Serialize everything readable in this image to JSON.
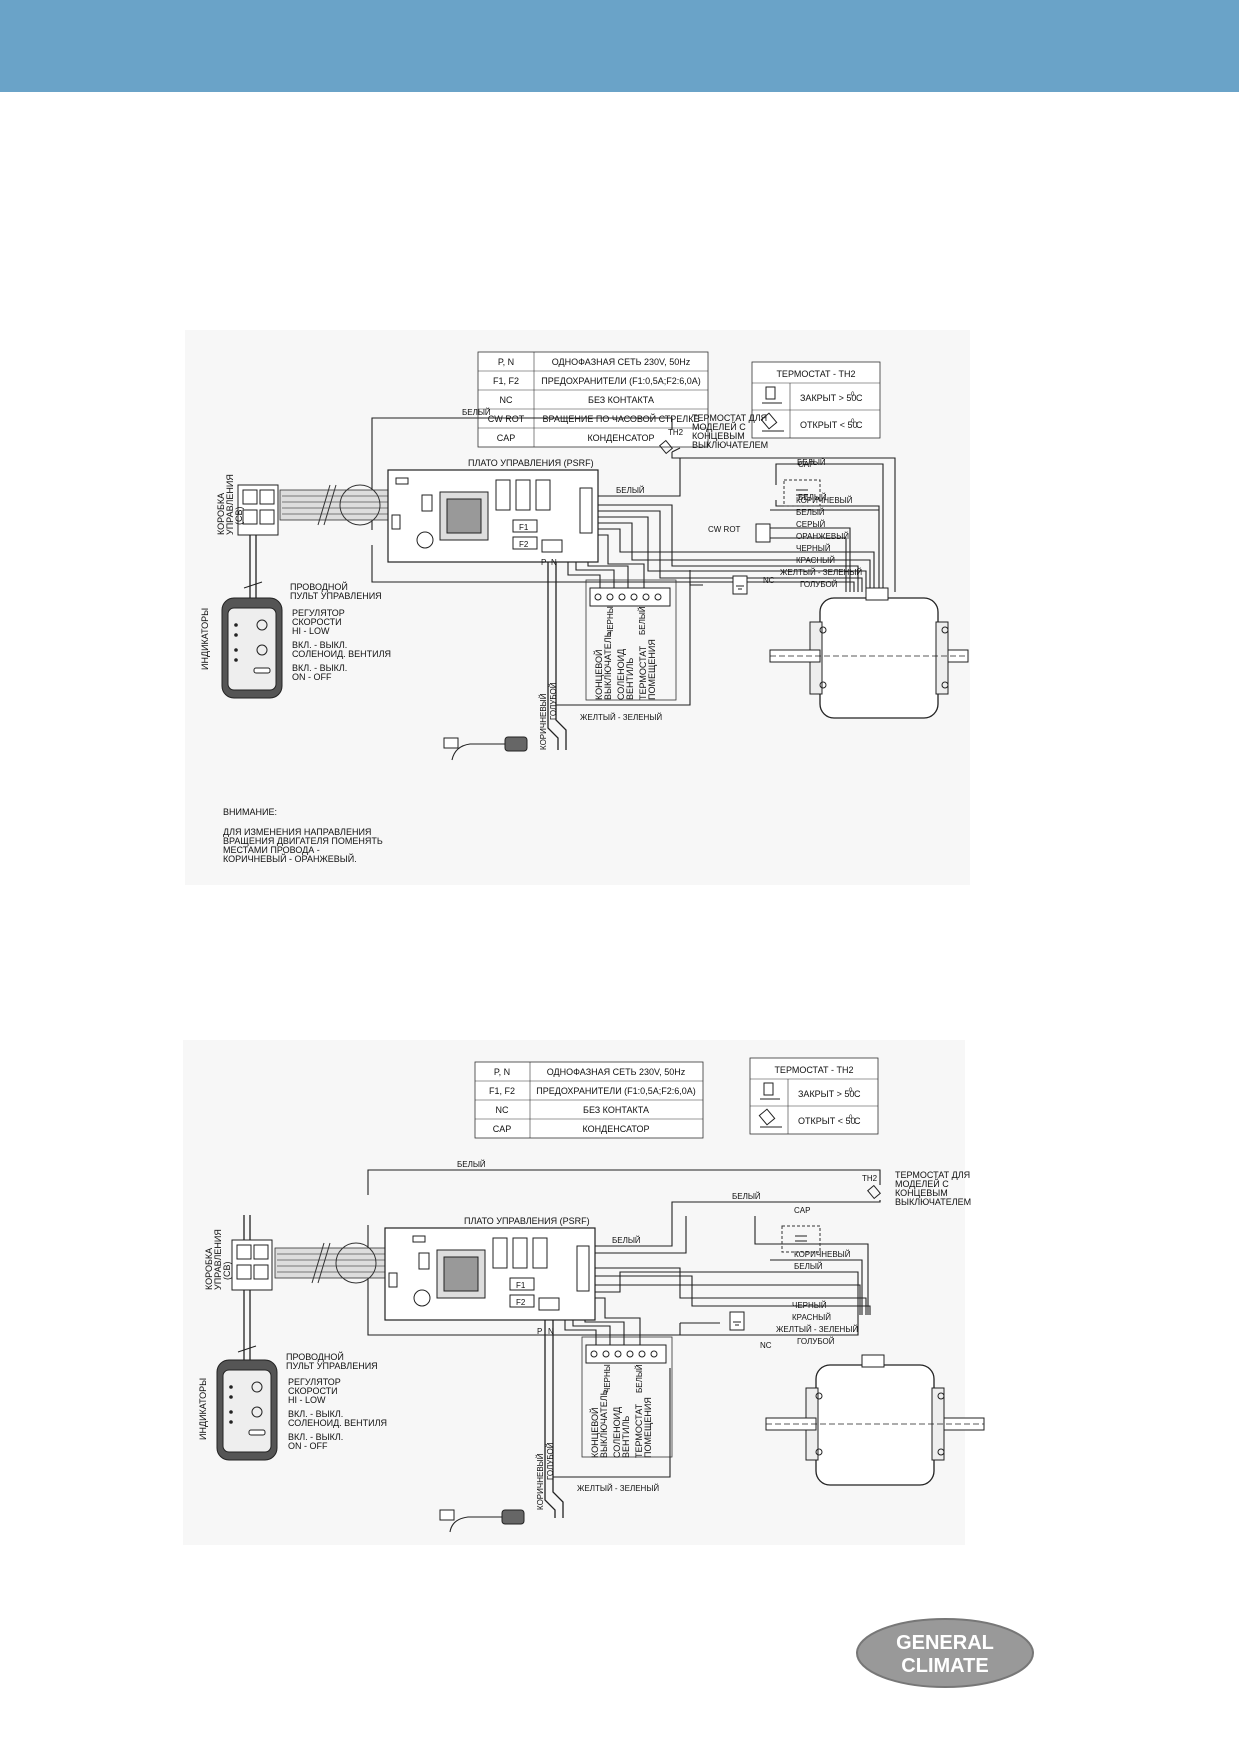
{
  "logo": {
    "line1": "GENERAL",
    "line2": "CLIMATE"
  },
  "legend_common": {
    "pn_key": "P, N",
    "pn_val": "ОДНОФАЗНАЯ СЕТЬ 230V, 50Hz",
    "fuse_key": "F1, F2",
    "fuse_val": "ПРЕДОХРАНИТЕЛИ (F1:0,5A;F2:6,0A)",
    "nc_key": "NC",
    "nc_val": "БЕЗ КОНТАКТА",
    "cw_key": "CW ROT",
    "cw_val": "ВРАЩЕНИЕ ПО ЧАСОВОЙ СТРЕЛКЕ",
    "cap_key": "CAP",
    "cap_val": "КОНДЕНСАТОР"
  },
  "thermostat": {
    "title": "ТЕРМОСТАТ - TH2",
    "closed": "ЗАКРЫТ > 50",
    "open": "ОТКРЫТ < 50",
    "unit": "C",
    "deg": "0",
    "th2": "TH2",
    "note_l1": "ТЕРМОСТАТ ДЛЯ",
    "note_l2": "МОДЕЛЕЙ С",
    "note_l3": "КОНЦЕВЫМ",
    "note_l4": "ВЫКЛЮЧАТЕЛЕМ"
  },
  "labels": {
    "board": "ПЛАТО УПРАВЛЕНИЯ (PSRF)",
    "box_l1": "КОРОБКА",
    "box_l2": "УПРАВЛЕНИЯ",
    "box_l3": "(CB)",
    "indicators": "ИНДИКАТОРЫ",
    "remote_l1": "ПРОВОДНОЙ",
    "remote_l2": "ПУЛЬТ УПРАВЛЕНИЯ",
    "speed_l1": "РЕГУЛЯТОР",
    "speed_l2": "СКОРОСТИ",
    "speed_l3": "HI - LOW",
    "sol_l1": "ВКЛ. - ВЫКЛ.",
    "sol_l2": "СОЛЕНОИД. ВЕНТИЛЯ",
    "onoff_l1": "ВКЛ. - ВЫКЛ.",
    "onoff_l2": "ON - OFF",
    "white": "БЕЛЫЙ",
    "brown": "КОРИЧНЕВЫЙ",
    "gray": "СЕРЫЙ",
    "orange": "ОРАНЖЕВЫЙ",
    "black": "ЧЕРНЫЙ",
    "red": "КРАСНЫЙ",
    "yg": "ЖЕЛТЫЙ - ЗЕЛЕНЫЙ",
    "blue": "ГОЛУБОЙ",
    "cap": "CAP",
    "nc": "NC",
    "cw_rot": "CW ROT",
    "p": "P",
    "n": "N",
    "f1": "F1",
    "f2": "F2",
    "limit_l1": "КОНЦЕВОЙ",
    "limit_l2": "ВЫКЛЮЧАТЕЛЬ",
    "valve_l1": "СОЛЕНОИД",
    "valve_l2": "ВЕНТИЛЬ",
    "room_l1": "ТЕРМОСТАТ",
    "room_l2": "ПОМЕЩЕНИЯ",
    "warning_title": "ВНИМАНИЕ:",
    "warning_l1": "ДЛЯ ИЗМЕНЕНИЯ НАПРАВЛЕНИЯ",
    "warning_l2": "ВРАЩЕНИЯ ДВИГАТЕЛЯ ПОМЕНЯТЬ",
    "warning_l3": "МЕСТАМИ ПРОВОДА -",
    "warning_l4": "КОРИЧНЕВЫЙ - ОРАНЖЕВЫЙ."
  }
}
